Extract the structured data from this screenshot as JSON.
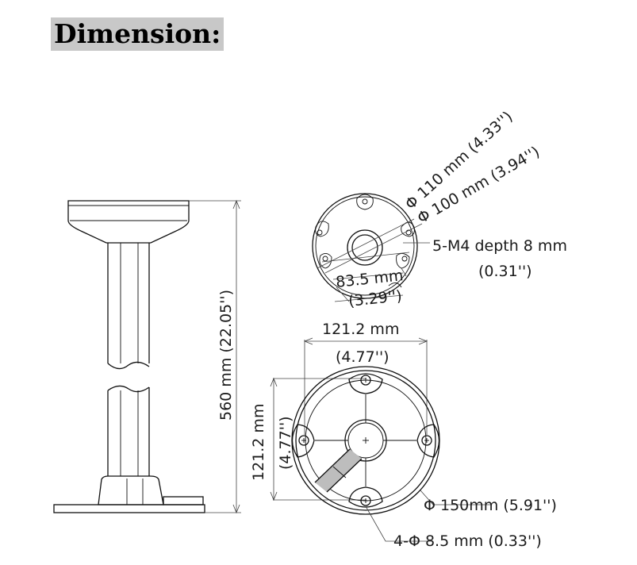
{
  "title": "Dimension:",
  "labels": {
    "height_mm": "560 mm (22.05'')",
    "dia_110": "Φ 110 mm (4.33'')",
    "dia_100": "Φ 100 mm (3.94'')",
    "screw_line1": "5-M4 depth 8 mm",
    "screw_line2": "(0.31'')",
    "pitch_mm": "83.5 mm",
    "pitch_in": "(3.29'')",
    "width_mm": "121.2 mm",
    "width_in": "(4.77'')",
    "depth_mm": "121.2 mm",
    "depth_in": "(4.77'')",
    "dia_150": "Φ 150mm (5.91'')",
    "holes": "4-Φ 8.5 mm (0.33'')"
  }
}
